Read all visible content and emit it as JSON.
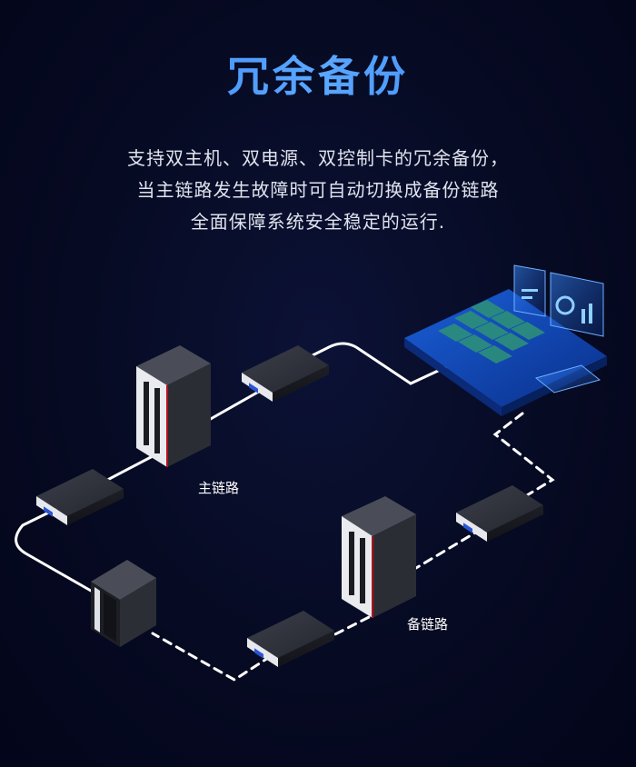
{
  "title": "冗余备份",
  "description": [
    "支持双主机、双电源、双控制卡的冗余备份，",
    "当主链路发生故障时可自动切换成备份链路",
    "全面保障系统安全稳定的运行."
  ],
  "labels": {
    "main_link": "主链路",
    "backup_link": "备链路"
  },
  "colors": {
    "title": "#3f86f0",
    "background": "#060a22",
    "link": "#ffffff",
    "device": "#2a2c35"
  },
  "icons": [
    "tower-server-icon",
    "network-switch-icon",
    "pc-tower-icon",
    "control-room-screen-icon"
  ]
}
